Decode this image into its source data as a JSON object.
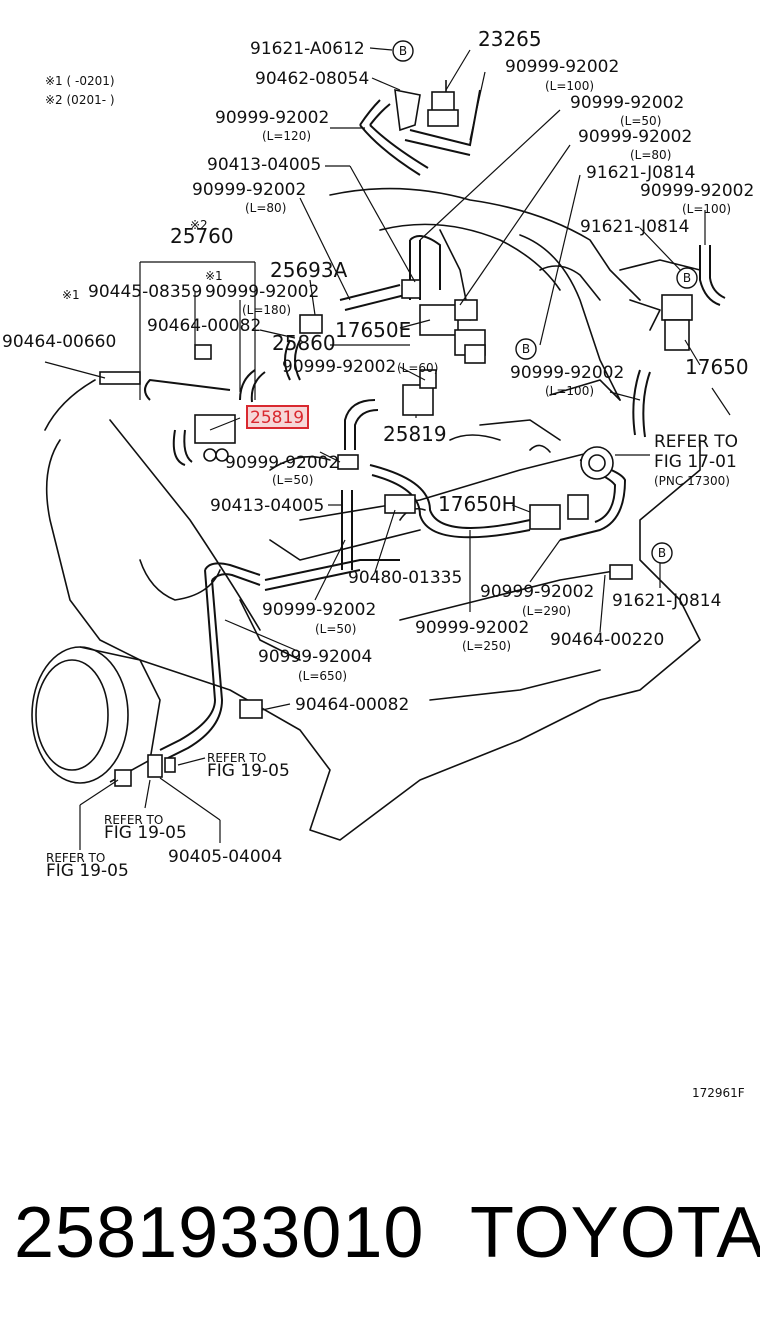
{
  "labels": {
    "l_91621_a0612": "91621-A0612",
    "l_23265": "23265",
    "note1": "※1 (        -0201)",
    "note2": "※2 (0201-          )",
    "l_90462_08054": "90462-08054",
    "l_90999_92002_a": "90999-92002",
    "len_100_a": "(L=100)",
    "l_90999_92002_b": "90999-92002",
    "len_120": "(L=120)",
    "l_90999_92002_c": "90999-92002",
    "len_50_a": "(L=50)",
    "l_90413_04005_a": "90413-04005",
    "l_90999_92002_d": "90999-92002",
    "len_80_a": "(L=80)",
    "l_90999_92002_e": "90999-92002",
    "len_80_b": "(L=80)",
    "l_91621_j0814_a": "91621-J0814",
    "l_90999_92002_f": "90999-92002",
    "len_100_b": "(L=100)",
    "l_91621_j0814_b": "91621-J0814",
    "l_25760": "25760",
    "mark2": "※2",
    "mark1_a": "※1",
    "l_25693a": "25693A",
    "mark1_b": "※1",
    "l_90445_08359": "90445-08359",
    "l_90999_92002_g": "90999-92002",
    "len_180": "(L=180)",
    "l_90464_00082_a": "90464-00082",
    "l_17650e": "17650E",
    "l_90464_00660": "90464-00660",
    "l_25860": "25860",
    "l_90999_92002_h": "90999-92002",
    "len_60": "(L=60)",
    "l_90999_92002_i": "90999-92002",
    "l_17650": "17650",
    "len_100_c": "(L=100)",
    "l_25819_hl": "25819",
    "l_25819": "25819",
    "refer_to_a": "REFER TO",
    "fig_17_01": "FIG 17-01",
    "pnc_17300": "(PNC 17300)",
    "l_90999_92002_j": "90999-92002",
    "len_50_b": "(L=50)",
    "l_90413_04005_b": "90413-04005",
    "l_17650h": "17650H",
    "l_90480_01335": "90480-01335",
    "l_90999_92002_k": "90999-92002",
    "len_290": "(L=290)",
    "l_91621_j0814_c": "91621-J0814",
    "l_90999_92002_l": "90999-92002",
    "len_50_c": "(L=50)",
    "l_90999_92002_m": "90999-92002",
    "len_250": "(L=250)",
    "l_90464_00220": "90464-00220",
    "l_90999_92004": "90999-92004",
    "len_650": "(L=650)",
    "l_90464_00082_b": "90464-00082",
    "refer_to_b": "REFER TO",
    "fig_19_05_a": "FIG 19-05",
    "refer_to_c": "REFER TO",
    "fig_19_05_b": "FIG 19-05",
    "l_90405_04004": "90405-04004",
    "refer_to_d": "REFER TO",
    "fig_19_05_c": "FIG 19-05",
    "fig_code": "172961F",
    "circle_b": "B"
  },
  "footer": {
    "part_number": "2581933010",
    "brand": "TOYOTA"
  },
  "colors": {
    "highlight": "#d9282f",
    "ink": "#111111"
  }
}
